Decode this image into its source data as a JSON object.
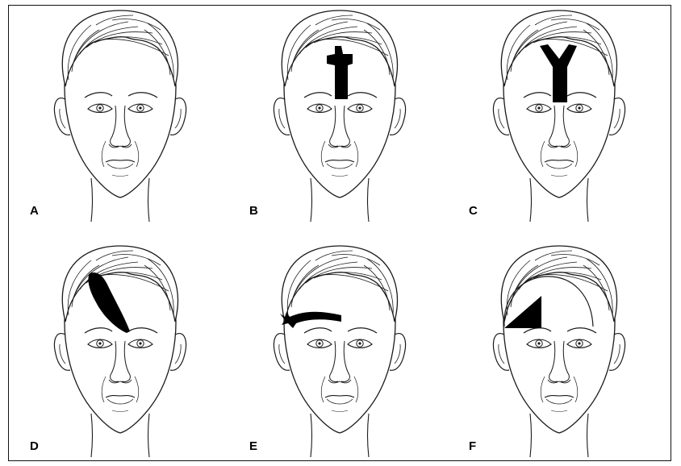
{
  "panels": [
    {
      "label": "A",
      "flap": "none"
    },
    {
      "label": "B",
      "flap": "cross-shaped-paramedian"
    },
    {
      "label": "C",
      "flap": "y-shaped-paramedian"
    },
    {
      "label": "D",
      "flap": "oblique-forehead"
    },
    {
      "label": "E",
      "flap": "horizontal-brow"
    },
    {
      "label": "F",
      "flap": "triangular-with-arc"
    }
  ],
  "colors": {
    "line": "#1a1a1a",
    "fill": "#000000",
    "background": "#ffffff"
  }
}
